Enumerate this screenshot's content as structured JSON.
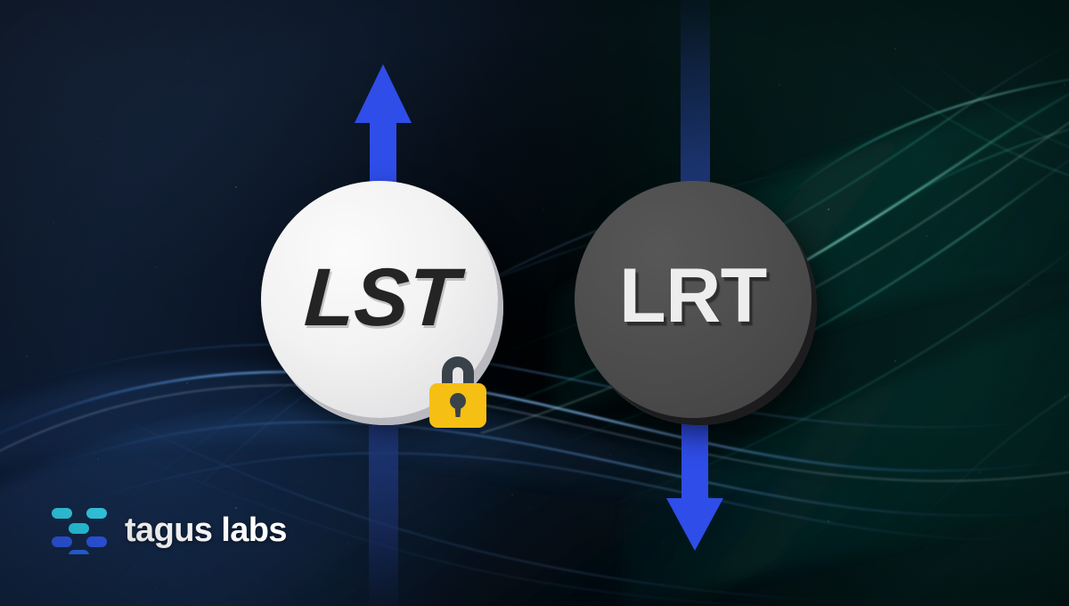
{
  "graphic": {
    "type": "promotional-banner",
    "theme": "dark-space",
    "background": {
      "base_color": "#05080d",
      "left_accent": "#16243b",
      "right_accent": "#04201e",
      "blue_wave_color": "#5a9bff",
      "teal_wave_color": "#3fd6bd"
    }
  },
  "coins": [
    {
      "id": "lst",
      "label": "LST",
      "face_color": "#f2f2f2",
      "text_color": "#242424",
      "edge_color": "#b9b9bf",
      "badge": "lock-icon"
    },
    {
      "id": "lrt",
      "label": "LRT",
      "face_color": "#4e4e4e",
      "text_color": "#ededed",
      "edge_color": "#1c1c1e",
      "badge": null
    }
  ],
  "arrows": [
    {
      "id": "lst-arrow",
      "direction": "up",
      "icon": "arrow-up-icon",
      "color": "#2f4de8",
      "dim_color": "#1c2f6e"
    },
    {
      "id": "lrt-arrow",
      "direction": "down",
      "icon": "arrow-down-icon",
      "color": "#2f4de8",
      "dim_color": "#1c2f6e"
    }
  ],
  "lock": {
    "icon": "lock-icon",
    "body_color": "#f6bf14",
    "shackle_color": "#3a4249",
    "keyhole_color": "#3a4249"
  },
  "logo": {
    "text": "tagus labs",
    "mark_icon": "tagus-labs-dots-icon",
    "colors": {
      "cyan": "#34d6f0",
      "cyan_alt": "#2ad2ec",
      "blue": "#2f5bf0",
      "blue_bright": "#2a6bf5",
      "text": "#ffffff"
    }
  }
}
